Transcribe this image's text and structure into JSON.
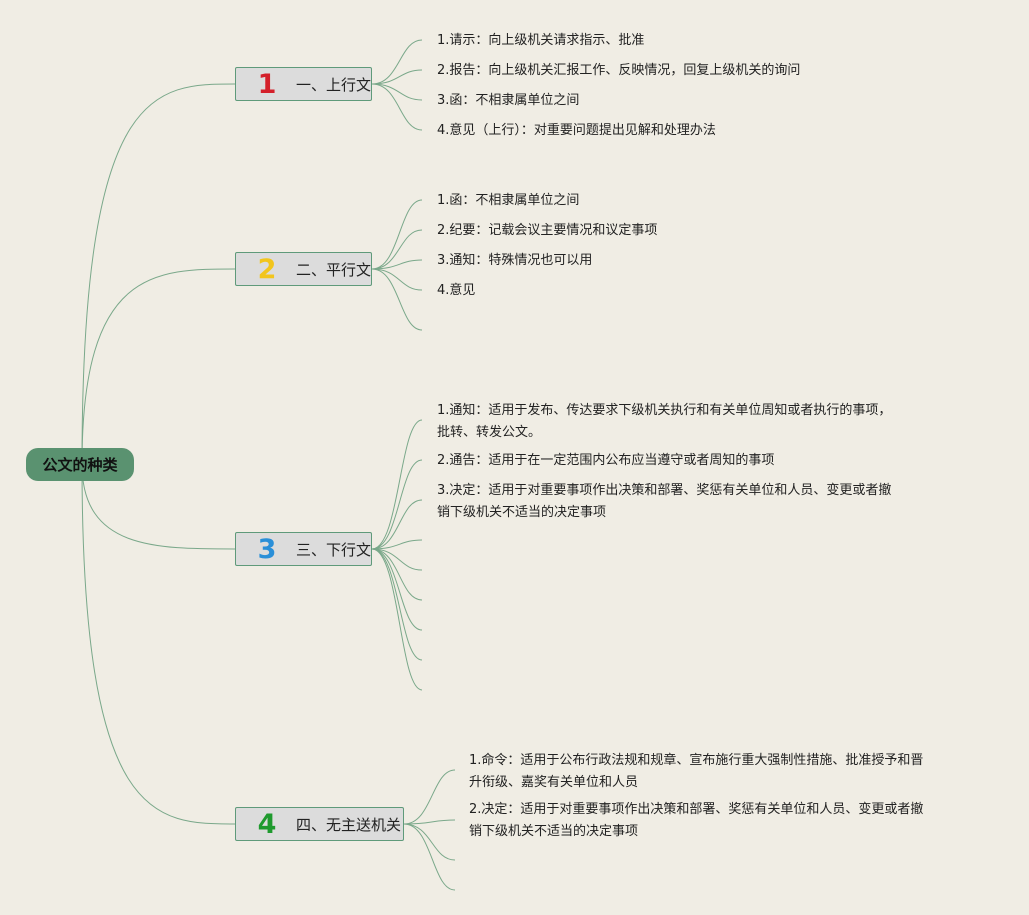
{
  "root": {
    "label": "公文的种类"
  },
  "colors": {
    "connector": "#7aa88a",
    "root_fill": "#5a9270",
    "branch_fill": "#dcdcdc",
    "branch_border": "#5f9a7a",
    "background": "#f0ede4"
  },
  "branches": [
    {
      "number": "1",
      "number_color": "#d4202a",
      "label": "一、上行文",
      "items": [
        {
          "lines": [
            "1.请示：向上级机关请求指示、批准"
          ]
        },
        {
          "lines": [
            "2.报告：向上级机关汇报工作、反映情况，回复上级机关的询问"
          ]
        },
        {
          "lines": [
            "3.函：不相隶属单位之间"
          ]
        },
        {
          "lines": [
            "4.意见（上行）：对重要问题提出见解和处理办法"
          ]
        }
      ]
    },
    {
      "number": "2",
      "number_color": "#f2c51c",
      "label": "二、平行文",
      "items": [
        {
          "lines": [
            "1.函：不相隶属单位之间"
          ]
        },
        {
          "lines": [
            "2.纪要：记载会议主要情况和议定事项"
          ]
        },
        {
          "lines": [
            "3.通知：特殊情况也可以用"
          ]
        },
        {
          "lines": [
            "4.意见"
          ]
        },
        {
          "lines": []
        }
      ]
    },
    {
      "number": "3",
      "number_color": "#2a8fd8",
      "label": "三、下行文",
      "items": [
        {
          "lines": [
            "1.通知：适用于发布、传达要求下级机关执行和有关单位周知或者执行的事项，",
            "批转、转发公文。"
          ]
        },
        {
          "lines": [
            "2.通告：适用于在一定范围内公布应当遵守或者周知的事项"
          ]
        },
        {
          "lines": [
            "3.决定：适用于对重要事项作出决策和部署、奖惩有关单位和人员、变更或者撤",
            "销下级机关不适当的决定事项"
          ]
        },
        {
          "lines": []
        },
        {
          "lines": []
        },
        {
          "lines": []
        },
        {
          "lines": []
        },
        {
          "lines": []
        },
        {
          "lines": []
        }
      ]
    },
    {
      "number": "4",
      "number_color": "#1f9a2e",
      "label": "四、无主送机关",
      "items": [
        {
          "lines": [
            "1.命令：适用于公布行政法规和规章、宣布施行重大强制性措施、批准授予和晋",
            "升衔级、嘉奖有关单位和人员"
          ]
        },
        {
          "lines": [
            "2.决定：适用于对重要事项作出决策和部署、奖惩有关单位和人员、变更或者撤",
            "销下级机关不适当的决定事项"
          ]
        },
        {
          "lines": []
        },
        {
          "lines": []
        }
      ]
    }
  ]
}
